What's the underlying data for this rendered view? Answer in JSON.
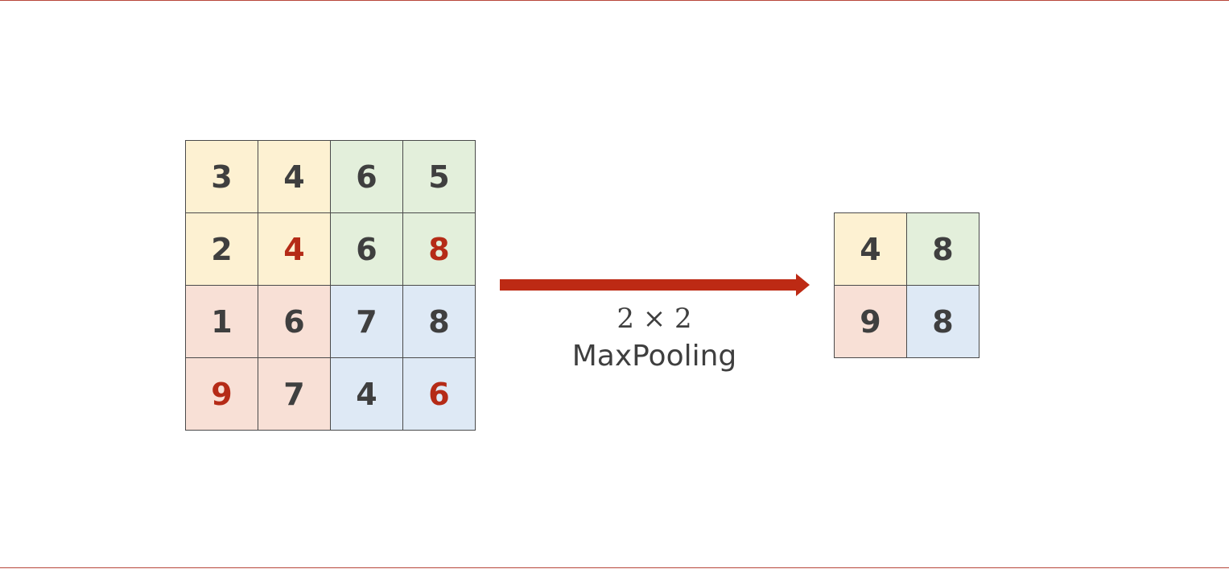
{
  "input_grid": {
    "rows": [
      [
        {
          "value": "3",
          "highlight": false,
          "block": "yellow"
        },
        {
          "value": "4",
          "highlight": false,
          "block": "yellow"
        },
        {
          "value": "6",
          "highlight": false,
          "block": "green"
        },
        {
          "value": "5",
          "highlight": false,
          "block": "green"
        }
      ],
      [
        {
          "value": "2",
          "highlight": false,
          "block": "yellow"
        },
        {
          "value": "4",
          "highlight": true,
          "block": "yellow"
        },
        {
          "value": "6",
          "highlight": false,
          "block": "green"
        },
        {
          "value": "8",
          "highlight": true,
          "block": "green"
        }
      ],
      [
        {
          "value": "1",
          "highlight": false,
          "block": "pink"
        },
        {
          "value": "6",
          "highlight": false,
          "block": "pink"
        },
        {
          "value": "7",
          "highlight": false,
          "block": "blue"
        },
        {
          "value": "8",
          "highlight": false,
          "block": "blue"
        }
      ],
      [
        {
          "value": "9",
          "highlight": true,
          "block": "pink"
        },
        {
          "value": "7",
          "highlight": false,
          "block": "pink"
        },
        {
          "value": "4",
          "highlight": false,
          "block": "blue"
        },
        {
          "value": "6",
          "highlight": true,
          "block": "blue"
        }
      ]
    ]
  },
  "output_grid": {
    "rows": [
      [
        {
          "value": "4",
          "block": "yellow"
        },
        {
          "value": "8",
          "block": "green"
        }
      ],
      [
        {
          "value": "9",
          "block": "pink"
        },
        {
          "value": "8",
          "block": "blue"
        }
      ]
    ]
  },
  "operation": {
    "size": "2 × 2",
    "name": "MaxPooling"
  },
  "colors": {
    "yellow": "#fdf1d2",
    "green": "#e3efdb",
    "pink": "#f8e0d6",
    "blue": "#dee9f5",
    "highlight_text": "#b52b17",
    "arrow": "#bd2a14",
    "text": "#3f3f3f"
  }
}
